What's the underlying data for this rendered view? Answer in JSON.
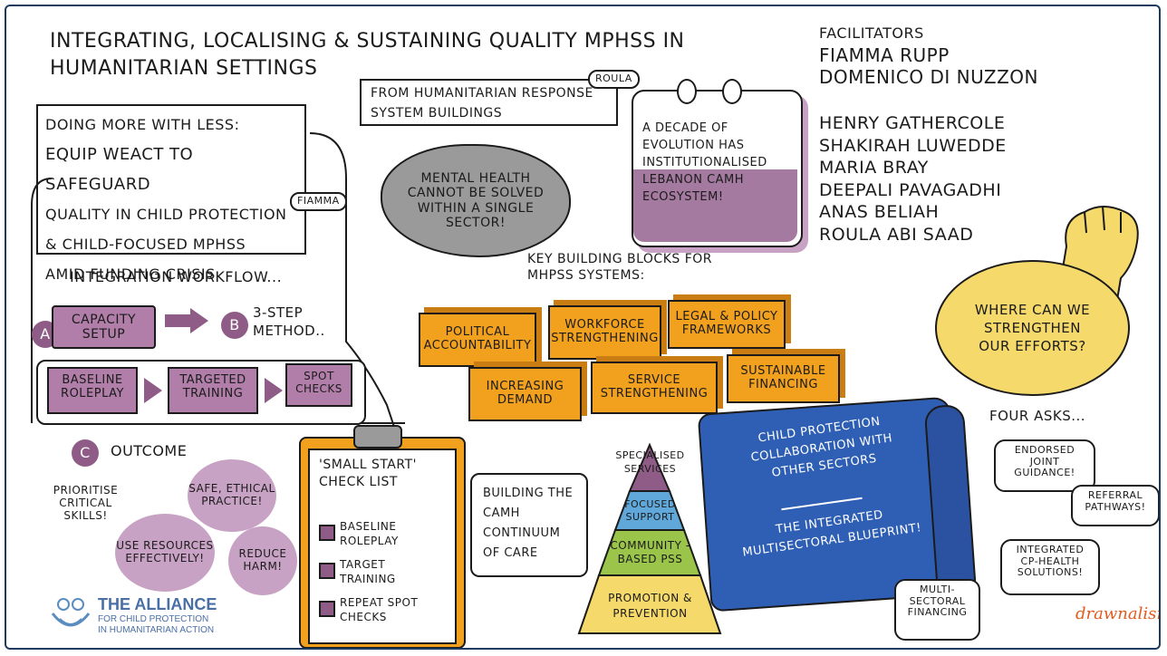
{
  "title": {
    "line1": "INTEGRATING, LOCALISING & SUSTAINING QUALITY MPHSS IN",
    "line2": "HUMANITARIAN SETTINGS"
  },
  "facilitators": {
    "heading": "FACILITATORS",
    "names": [
      "FIAMMA RUPP",
      "DOMENICO DI NUZZON"
    ]
  },
  "speakers": [
    "HENRY GATHERCOLE",
    "SHAKIRAH LUWEDDE",
    "MARIA BRAY",
    "DEEPALI PAVAGADHI",
    "ANAS BELIAH",
    "ROULA ABI SAAD"
  ],
  "left_box": {
    "line1": "DOING MORE WITH LESS:",
    "line2": "EQUIP WeACT TO SAFEGUARD",
    "line3": "QUALITY IN CHILD PROTECTION",
    "line4": "& CHILD-FOCUSED MPHSS",
    "line5": "AMID FUNDING CRISIS",
    "tag": "FIAMMA"
  },
  "workflow": {
    "heading": "INTEGRATION WORKFLOW...",
    "a_badge": "A",
    "a_label": "CAPACITY SETUP",
    "b_badge": "B",
    "b_label": "3-STEP METHOD..",
    "steps": [
      "BASELINE ROLEPLAY",
      "TARGETED TRAINING",
      "SPOT CHECKS"
    ],
    "c_badge": "C",
    "c_label": "OUTCOME",
    "outcomes": [
      "PRIORITISE CRITICAL SKILLS!",
      "SAFE, ETHICAL PRACTICE!",
      "USE RESOURCES EFFECTIVELY!",
      "REDUCE HARM!"
    ]
  },
  "center": {
    "box_text": "FROM HUMANITARIAN RESPONSE SYSTEM BUILDINGS",
    "tag": "ROULA",
    "cloud_text": "MENTAL HEALTH CANNOT BE SOLVED WITHIN A SINGLE SECTOR!",
    "notepad_text": "A DECADE OF EVOLUTION HAS INSTITUTIONALISED LEBANON CAMH ECOSYSTEM!"
  },
  "building_blocks": {
    "heading": "KEY BUILDING BLOCKS FOR MHPSS SYSTEMS:",
    "top_row": [
      "POLITICAL ACCOUNTABILITY",
      "WORKFORCE STRENGTHENING",
      "LEGAL & POLICY FRAMEWORKS"
    ],
    "bottom_row": [
      "INCREASING DEMAND",
      "SERVICE STRENGTHENING",
      "SUSTAINABLE FINANCING"
    ]
  },
  "fist_question": "WHERE CAN WE STRENGTHEN OUR EFFORTS?",
  "checklist": {
    "title": "'SMALL START' CHECK LIST",
    "items": [
      "BASELINE ROLEPLAY",
      "TARGET TRAINING",
      "REPEAT SPOT CHECKS"
    ]
  },
  "pyramid": {
    "caption": "BUILDING THE CAMH CONTINUUM OF CARE",
    "layers": [
      "SPECIALISED SERVICES",
      "FOCUSED SUPPORT",
      "COMMUNITY -BASED PSS",
      "PROMOTION & PREVENTION"
    ]
  },
  "scroll": {
    "line1": "CHILD PROTECTION COLLABORATION WITH OTHER SECTORS",
    "line2": "THE INTEGRATED MULTISECTORAL BLUEPRINT!"
  },
  "four_asks": {
    "heading": "FOUR ASKS...",
    "items": [
      "ENDORSED JOINT GUIDANCE!",
      "REFERRAL PATHWAYS!",
      "INTEGRATED CP-HEALTH SOLUTIONS!",
      "MULTI-SECTORAL FINANCING"
    ]
  },
  "logo": {
    "line1": "THE ALLIANCE",
    "line2": "FOR CHILD PROTECTION",
    "line3": "IN HUMANITARIAN ACTION"
  },
  "signature": "drawnalism",
  "colors": {
    "plum": "#8e5c86",
    "light_purple": "#c8a2c4",
    "orange": "#f2a11f",
    "blue": "#2f5fb5",
    "yellow": "#f5d96b",
    "green": "#9ac44a",
    "teal": "#5fa8d9",
    "navy": "#1c3b5e"
  },
  "icons": [
    "notepad-icon",
    "fist-icon",
    "clipboard-icon",
    "checkbox-icon",
    "scroll-icon",
    "alliance-logo-icon"
  ]
}
